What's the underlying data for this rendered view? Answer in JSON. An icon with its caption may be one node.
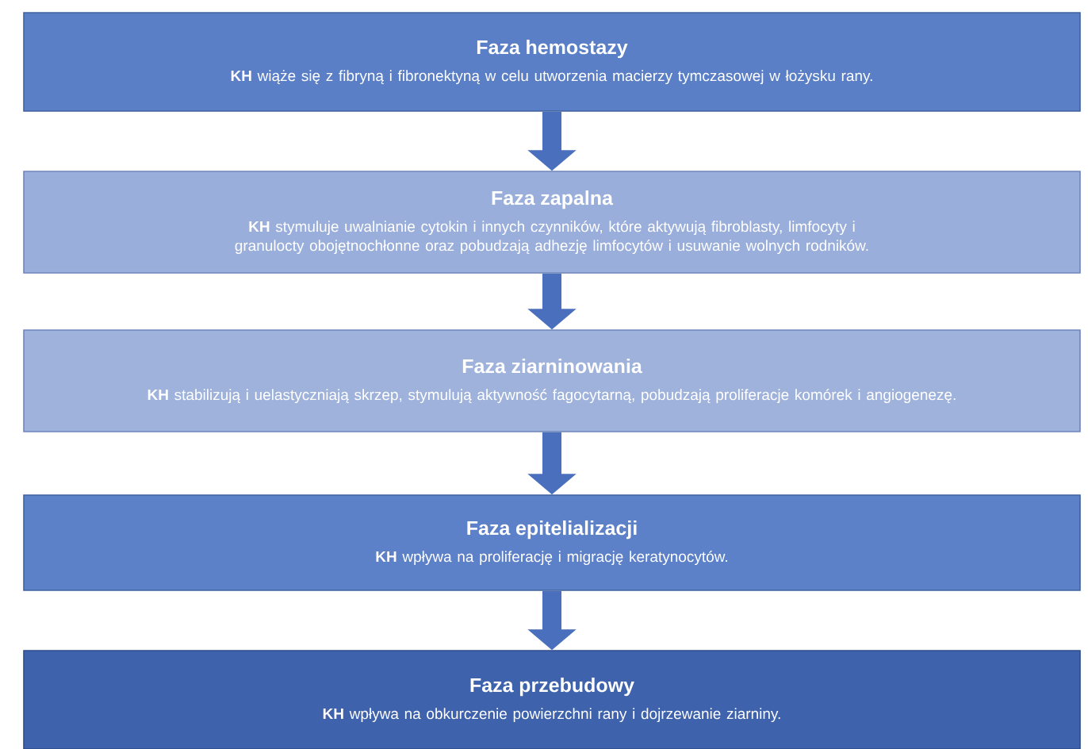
{
  "diagram": {
    "nodes": [
      {
        "text": [
          "Faza hemostazy",
          "**KH** wiąże się z fibryną i fibronektyną w celu utworzenia macierzy tymczasowej w łożysku rany."
        ]
      },
      {
        "text": [
          "Faza zapalna",
          "**KH** stymuluje uwalnianie cytokin i innych czynników, które aktywują fibroblasty, limfocyty i granulocty obojętnochłonne oraz pobudzają adhezję limfocytów i usuwanie wolnych rodników."
        ]
      },
      {
        "text": [
          "Faza ziarninowania",
          "**KH** stabilizują i uelastyczniają skrzep, stymulują aktywność fagocytarną, pobudzają proliferacje komórek i angiogenezę."
        ]
      },
      {
        "text": [
          "Faza epitelializacji",
          "**KH** wpływa na proliferację i migrację keratynocytów."
        ]
      },
      {
        "text": [
          "Faza przebudowy",
          "**KH** wpływa na obkurczenie powierzchni rany i dojrzewanie ziarniny."
        ]
      }
    ],
    "edges": [
      {
        "from": 0,
        "to": 1,
        "arrow": "to"
      },
      {
        "from": 1,
        "to": 2,
        "arrow": "to"
      },
      {
        "from": 2,
        "to": 3,
        "arrow": "to"
      },
      {
        "from": 3,
        "to": 4,
        "arrow": "to"
      }
    ]
  }
}
